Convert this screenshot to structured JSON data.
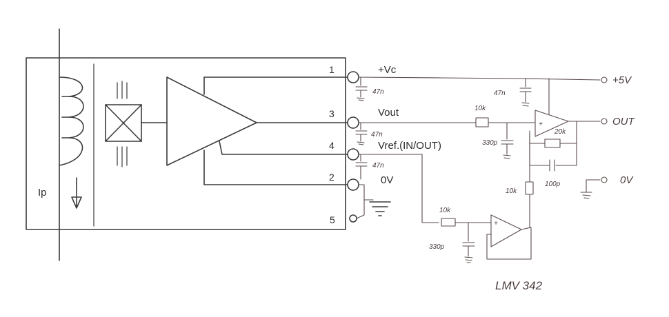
{
  "pins": [
    {
      "number": "1",
      "label": "+Vc"
    },
    {
      "number": "3",
      "label": "Vout"
    },
    {
      "number": "4",
      "label": "Vref.(IN/OUT)"
    },
    {
      "number": "2",
      "label": "0V"
    },
    {
      "number": "5",
      "label": ""
    }
  ],
  "primary_label": "Ip",
  "outputs": {
    "supply": "+5V",
    "out": "OUT",
    "ground": "0V"
  },
  "components": {
    "cap_pin1": "47n",
    "cap_pin3": "47n",
    "cap_pin4": "47n",
    "cap_supply": "47n",
    "res_out_series": "10k",
    "cap_out_filter": "330p",
    "res_feedback": "20k",
    "cap_feedback": "100p",
    "res_bias": "10k",
    "res_ref_series": "10k",
    "cap_ref_filter": "330p"
  },
  "opamp_part": "LMV 342"
}
